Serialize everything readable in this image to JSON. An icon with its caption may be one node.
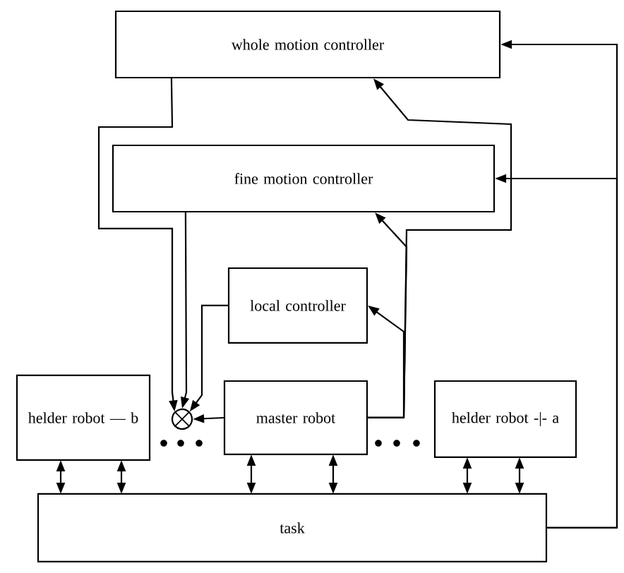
{
  "diagram": {
    "nodes": [
      {
        "text": [
          "whole motion controller"
        ]
      },
      {
        "text": [
          "fine motion controller"
        ]
      },
      {
        "text": [
          "local controller"
        ]
      },
      {
        "text": [
          "helder robot — b"
        ]
      },
      {
        "text": [],
        "shape": "circle"
      },
      {
        "text": [
          "master robot"
        ]
      },
      {
        "text": [
          "helder robot -|- a"
        ]
      },
      {
        "text": [
          "task"
        ]
      }
    ],
    "edges": [
      {
        "from": 0,
        "to": 4,
        "arrow": "to"
      },
      {
        "from": 1,
        "to": 4,
        "arrow": "to"
      },
      {
        "from": 2,
        "to": 4,
        "arrow": "to"
      },
      {
        "from": 5,
        "to": 4,
        "arrow": "to"
      },
      {
        "from": 5,
        "to": 2,
        "arrow": "to"
      },
      {
        "from": 5,
        "to": 1,
        "arrow": "to"
      },
      {
        "from": 5,
        "to": 0,
        "arrow": "to"
      },
      {
        "from": 7,
        "to": 1,
        "arrow": "to"
      },
      {
        "from": 7,
        "to": 0,
        "arrow": "to"
      },
      {
        "from": 3,
        "to": 7,
        "arrow": "both"
      },
      {
        "from": 3,
        "to": 7,
        "arrow": "both"
      },
      {
        "from": 5,
        "to": 7,
        "arrow": "both"
      },
      {
        "from": 5,
        "to": 7,
        "arrow": "both"
      },
      {
        "from": 6,
        "to": 7,
        "arrow": "both"
      },
      {
        "from": 6,
        "to": 7,
        "arrow": "both"
      }
    ]
  }
}
